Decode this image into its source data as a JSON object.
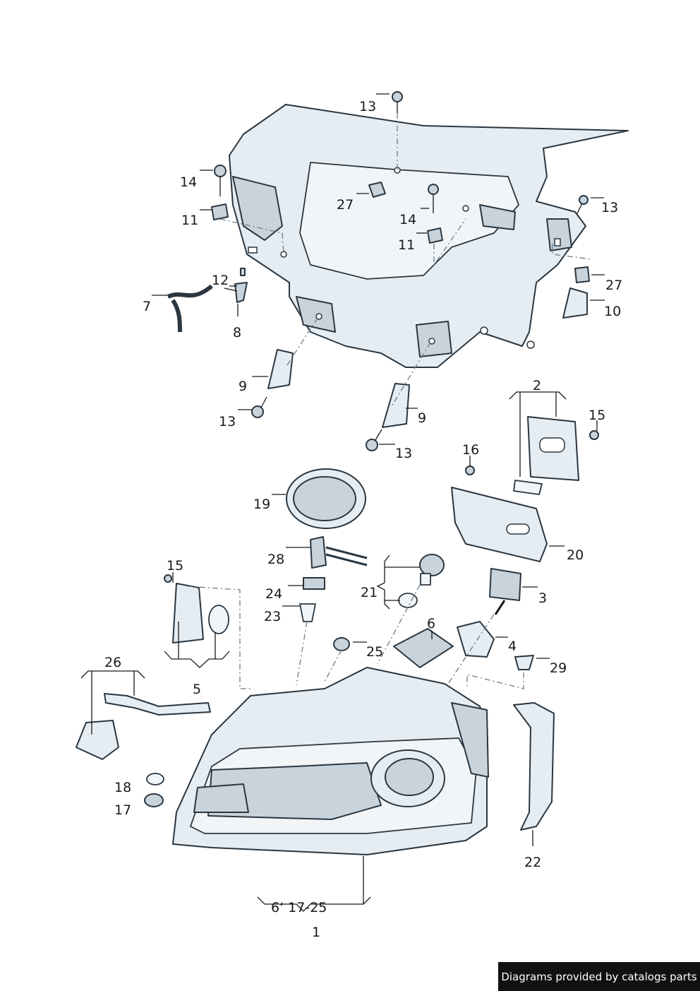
{
  "credit": "Diagrams provided by catalogs parts",
  "callouts": {
    "c13_top": "13",
    "c13_right": "13",
    "c13_left_low": "13",
    "c13_mid_low": "13",
    "c14_left": "14",
    "c14_mid": "14",
    "c11_left": "11",
    "c11_mid": "11",
    "c27_mid": "27",
    "c27_right": "27",
    "c12": "12",
    "c7": "7",
    "c8": "8",
    "c9_left": "9",
    "c9_right": "9",
    "c10": "10",
    "c2": "2",
    "c15_right": "15",
    "c16": "16",
    "c20": "20",
    "c19": "19",
    "c28": "28",
    "c21": "21",
    "c24": "24",
    "c23": "23",
    "c3": "3",
    "c6": "6",
    "c4": "4",
    "c29": "29",
    "c25": "25",
    "c15_left": "15",
    "c26": "26",
    "c5": "5",
    "c18": "18",
    "c17": "17",
    "c22": "22",
    "c_range": "6ʻ 17-25",
    "c1": "1"
  }
}
